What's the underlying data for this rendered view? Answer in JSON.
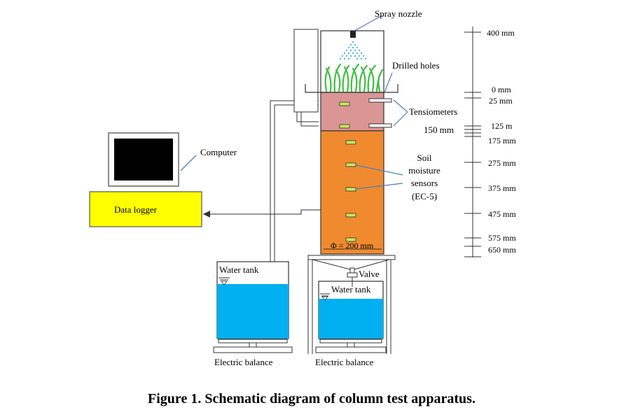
{
  "figure": {
    "caption": "Figure 1. Schematic diagram of column test apparatus."
  },
  "labels": {
    "spray_nozzle": "Spray nozzle",
    "drilled_holes": "Drilled holes",
    "tensiometers": "Tensiometers",
    "computer": "Computer",
    "data_logger": "Data logger",
    "soil_sensors": [
      "Soil",
      "moisture",
      "sensors",
      "(EC-5)"
    ],
    "diameter": "Φ = 200 mm",
    "valve": "Valve",
    "water_tank_left": "Water tank",
    "water_tank_right": "Water tank",
    "balance_left": "Electric balance",
    "balance_right": "Electric balance",
    "tensiometer_depth": "150 mm"
  },
  "scale": [
    {
      "label": "400 mm"
    },
    {
      "label": "0 mm"
    },
    {
      "label": "25 mm"
    },
    {
      "label": "125 m"
    },
    {
      "label": "175 mm"
    },
    {
      "label": "275 mm"
    },
    {
      "label": "375 mm"
    },
    {
      "label": "475 mm"
    },
    {
      "label": "575 mm"
    },
    {
      "label": "650 mm"
    }
  ],
  "colors": {
    "soil_top": "#d99694",
    "soil_main": "#f08a2e",
    "water": "#00b0f0",
    "data_logger": "#ffff00",
    "sensor": "#c6e85a",
    "grass": "#3fbf3f",
    "spray": "#3ab0e8",
    "pointer": "#4a7fc1"
  }
}
